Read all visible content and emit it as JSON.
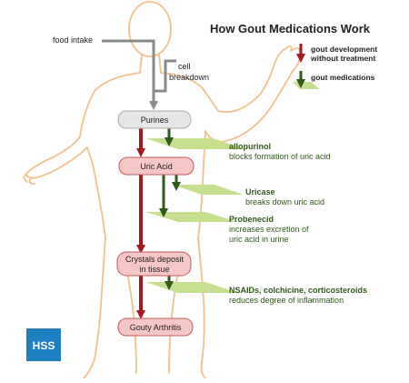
{
  "title": "How Gout Medications Work",
  "legend": {
    "untreated": "gout development",
    "untreated_line2": "without treatment",
    "medication": "gout medications"
  },
  "inputs": {
    "food": "food intake",
    "cell_line1": "cell",
    "cell_line2": "breakdown"
  },
  "stages": {
    "purines": "Purines",
    "uric_acid": "Uric Acid",
    "crystals_line1": "Crystals deposit",
    "crystals_line2": "in tissue",
    "arthritis": "Gouty Arthritis"
  },
  "medications": {
    "allopurinol": {
      "name": "allopurinol",
      "desc": "blocks formation of uric acid"
    },
    "uricase": {
      "name": "Uricase",
      "desc": "breaks down uric acid"
    },
    "probenecid": {
      "name": "Probenecid",
      "desc1": "increases excretion of",
      "desc2": "uric acid in urine"
    },
    "nsaids": {
      "name": "NSAIDs, colchicine, corticosteroids",
      "desc": "reduces degree of inflammation"
    }
  },
  "logo": "HSS",
  "colors": {
    "body_outline": "#f2c08a",
    "red_arrow": "#a31a1f",
    "green_arrow": "#2f5a1a",
    "green_label": "#2f5a1a",
    "flow_gray": "#8a8a8a",
    "pink_box": "#f6c7c7",
    "pink_border": "#c25a5a",
    "gray_box": "#e6e6e6",
    "green_plane": "#c6df8e",
    "logo_bg": "#1f7fc3"
  }
}
